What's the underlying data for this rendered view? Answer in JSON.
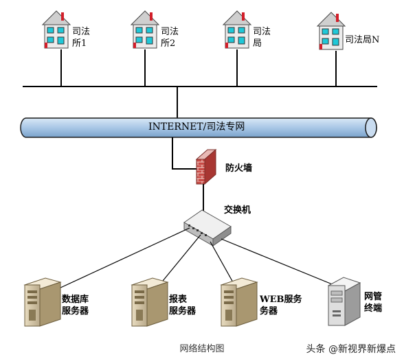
{
  "nodes": {
    "office1": "司法\n所1",
    "office2": "司法\n所2",
    "bureau": "司法\n局",
    "bureauN": "司法局N",
    "backbone": "INTERNET/司法专网",
    "firewall": "防火墙",
    "switch": "交换机",
    "db_server": "数据库\n服务器",
    "report_server": "报表\n服务器",
    "web_server": "WEB服务\n务器",
    "mgmt_terminal": "网管\n终端"
  },
  "caption": "网络结构图",
  "watermark": "头条 @新视界新爆点",
  "colors": {
    "pipe": "#a9c7e6",
    "pipe_stroke": "#1a1a1a",
    "roof": "#d8d8d8",
    "wall": "#ececec",
    "window": "#1fc8d8",
    "door": "#d21f2a",
    "brick": "#c43a3a"
  }
}
